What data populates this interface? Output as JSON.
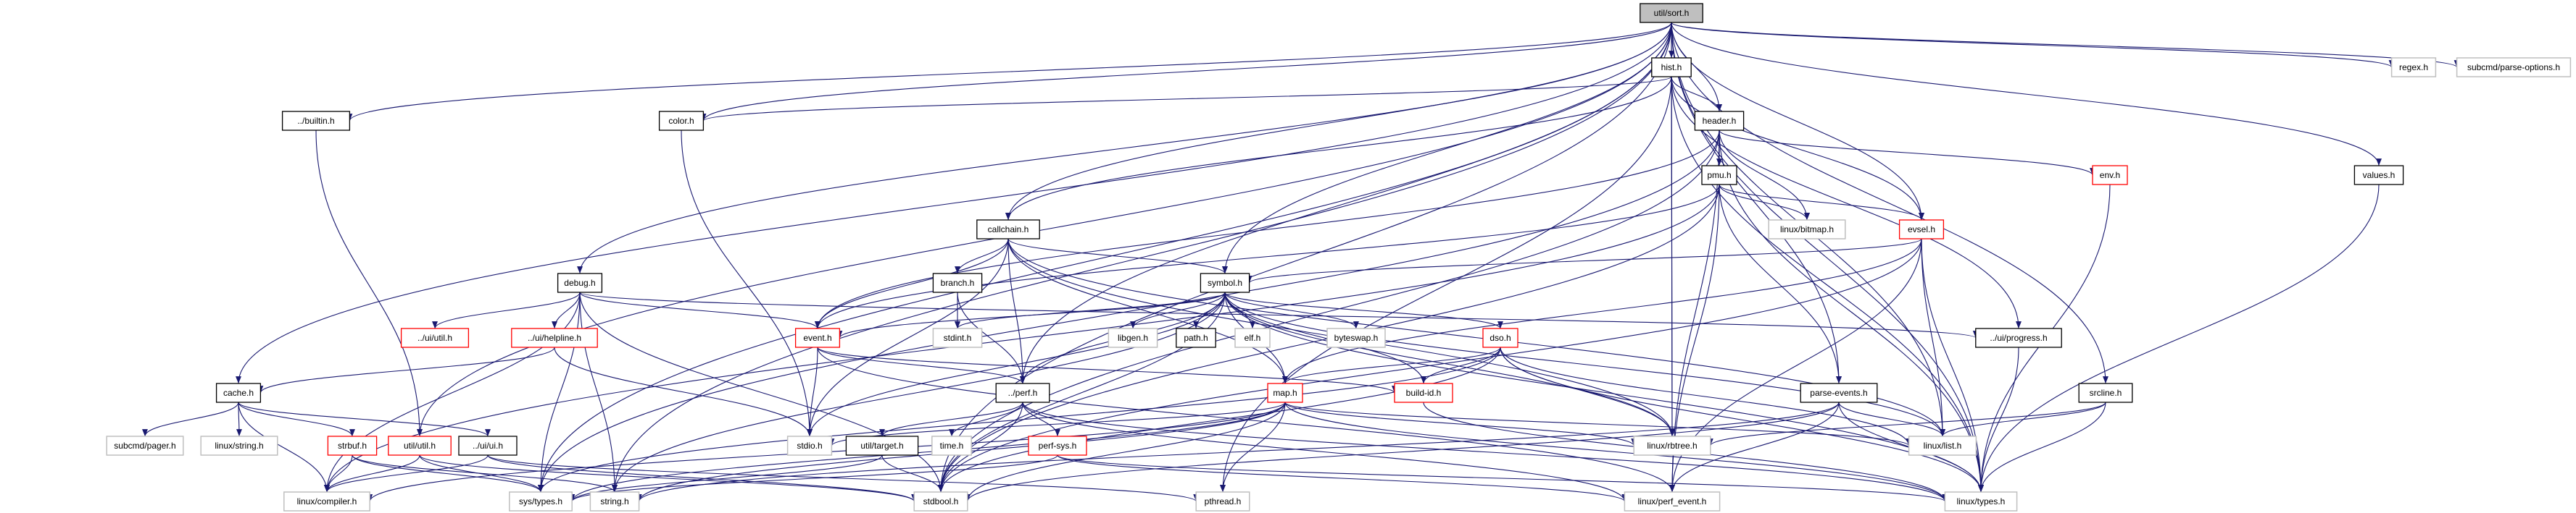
{
  "title": "util/sort.h",
  "colors": {
    "edge": "#191970",
    "documented": "#000000",
    "truncated": "#ff0000",
    "external": "#bfbfbf",
    "root_fill": "#bfbfbf"
  },
  "nodes": [
    {
      "label": "util/sort.h",
      "style": "root"
    },
    {
      "label": "hist.h",
      "style": "documented"
    },
    {
      "label": "regex.h",
      "style": "external"
    },
    {
      "label": "subcmd/parse-options.h",
      "style": "external"
    },
    {
      "label": "../builtin.h",
      "style": "documented"
    },
    {
      "label": "color.h",
      "style": "documented"
    },
    {
      "label": "header.h",
      "style": "documented"
    },
    {
      "label": "pmu.h",
      "style": "documented"
    },
    {
      "label": "env.h",
      "style": "truncated"
    },
    {
      "label": "values.h",
      "style": "documented"
    },
    {
      "label": "callchain.h",
      "style": "documented"
    },
    {
      "label": "linux/bitmap.h",
      "style": "external"
    },
    {
      "label": "evsel.h",
      "style": "truncated"
    },
    {
      "label": "debug.h",
      "style": "documented"
    },
    {
      "label": "branch.h",
      "style": "documented"
    },
    {
      "label": "symbol.h",
      "style": "documented"
    },
    {
      "label": "../ui/util.h",
      "style": "truncated"
    },
    {
      "label": "../ui/helpline.h",
      "style": "truncated"
    },
    {
      "label": "event.h",
      "style": "truncated"
    },
    {
      "label": "stdint.h",
      "style": "external"
    },
    {
      "label": "libgen.h",
      "style": "external"
    },
    {
      "label": "path.h",
      "style": "documented"
    },
    {
      "label": "elf.h",
      "style": "external"
    },
    {
      "label": "byteswap.h",
      "style": "external"
    },
    {
      "label": "dso.h",
      "style": "truncated"
    },
    {
      "label": "../ui/progress.h",
      "style": "documented"
    },
    {
      "label": "cache.h",
      "style": "documented"
    },
    {
      "label": "../perf.h",
      "style": "documented"
    },
    {
      "label": "map.h",
      "style": "truncated"
    },
    {
      "label": "build-id.h",
      "style": "truncated"
    },
    {
      "label": "parse-events.h",
      "style": "documented"
    },
    {
      "label": "srcline.h",
      "style": "documented"
    },
    {
      "label": "subcmd/pager.h",
      "style": "external"
    },
    {
      "label": "linux/string.h",
      "style": "external"
    },
    {
      "label": "strbuf.h",
      "style": "truncated"
    },
    {
      "label": "util/util.h",
      "style": "truncated"
    },
    {
      "label": "../ui/ui.h",
      "style": "documented"
    },
    {
      "label": "stdio.h",
      "style": "external"
    },
    {
      "label": "util/target.h",
      "style": "documented"
    },
    {
      "label": "time.h",
      "style": "external"
    },
    {
      "label": "perf-sys.h",
      "style": "truncated"
    },
    {
      "label": "linux/rbtree.h",
      "style": "external"
    },
    {
      "label": "linux/list.h",
      "style": "external"
    },
    {
      "label": "linux/compiler.h",
      "style": "external"
    },
    {
      "label": "sys/types.h",
      "style": "external"
    },
    {
      "label": "string.h",
      "style": "external"
    },
    {
      "label": "stdbool.h",
      "style": "external"
    },
    {
      "label": "pthread.h",
      "style": "external"
    },
    {
      "label": "linux/perf_event.h",
      "style": "external"
    },
    {
      "label": "linux/types.h",
      "style": "external"
    }
  ],
  "edges": [
    [
      "util/sort.h",
      "hist.h"
    ],
    [
      "util/sort.h",
      "header.h"
    ],
    [
      "util/sort.h",
      "regex.h"
    ],
    [
      "util/sort.h",
      "subcmd/parse-options.h"
    ],
    [
      "util/sort.h",
      "../builtin.h"
    ],
    [
      "util/sort.h",
      "color.h"
    ],
    [
      "util/sort.h",
      "callchain.h"
    ],
    [
      "util/sort.h",
      "values.h"
    ],
    [
      "util/sort.h",
      "debug.h"
    ],
    [
      "util/sort.h",
      "symbol.h"
    ],
    [
      "util/sort.h",
      "cache.h"
    ],
    [
      "util/sort.h",
      "../perf.h"
    ],
    [
      "util/sort.h",
      "parse-events.h"
    ],
    [
      "util/sort.h",
      "srcline.h"
    ],
    [
      "util/sort.h",
      "linux/list.h"
    ],
    [
      "util/sort.h",
      "linux/rbtree.h"
    ],
    [
      "util/sort.h",
      "string.h"
    ],
    [
      "util/sort.h",
      "sys/types.h"
    ],
    [
      "util/sort.h",
      "stdbool.h"
    ],
    [
      "util/sort.h",
      "util/util.h"
    ],
    [
      "util/sort.h",
      "evsel.h"
    ],
    [
      "util/sort.h",
      "linux/types.h"
    ],
    [
      "hist.h",
      "header.h"
    ],
    [
      "hist.h",
      "callchain.h"
    ],
    [
      "hist.h",
      "color.h"
    ],
    [
      "hist.h",
      "evsel.h"
    ],
    [
      "hist.h",
      "../ui/progress.h"
    ],
    [
      "hist.h",
      "pthread.h"
    ],
    [
      "hist.h",
      "linux/types.h"
    ],
    [
      "hist.h",
      "linux/rbtree.h"
    ],
    [
      "header.h",
      "pmu.h"
    ],
    [
      "header.h",
      "env.h"
    ],
    [
      "header.h",
      "linux/bitmap.h"
    ],
    [
      "header.h",
      "event.h"
    ],
    [
      "header.h",
      "linux/perf_event.h"
    ],
    [
      "header.h",
      "sys/types.h"
    ],
    [
      "header.h",
      "stdbool.h"
    ],
    [
      "header.h",
      "linux/types.h"
    ],
    [
      "pmu.h",
      "linux/bitmap.h"
    ],
    [
      "pmu.h",
      "evsel.h"
    ],
    [
      "pmu.h",
      "parse-events.h"
    ],
    [
      "pmu.h",
      "linux/perf_event.h"
    ],
    [
      "pmu.h",
      "stdbool.h"
    ],
    [
      "pmu.h",
      "linux/compiler.h"
    ],
    [
      "pmu.h",
      "event.h"
    ],
    [
      "env.h",
      "linux/types.h"
    ],
    [
      "values.h",
      "linux/types.h"
    ],
    [
      "evsel.h",
      "symbol.h"
    ],
    [
      "evsel.h",
      "linux/list.h"
    ],
    [
      "evsel.h",
      "stdbool.h"
    ],
    [
      "evsel.h",
      "linux/perf_event.h"
    ],
    [
      "evsel.h",
      "linux/types.h"
    ],
    [
      "evsel.h",
      "map.h"
    ],
    [
      "callchain.h",
      "symbol.h"
    ],
    [
      "callchain.h",
      "branch.h"
    ],
    [
      "callchain.h",
      "event.h"
    ],
    [
      "callchain.h",
      "map.h"
    ],
    [
      "callchain.h",
      "../perf.h"
    ],
    [
      "callchain.h",
      "linux/list.h"
    ],
    [
      "callchain.h",
      "linux/rbtree.h"
    ],
    [
      "callchain.h",
      "stdio.h"
    ],
    [
      "debug.h",
      "../ui/util.h"
    ],
    [
      "debug.h",
      "../ui/helpline.h"
    ],
    [
      "debug.h",
      "event.h"
    ],
    [
      "debug.h",
      "../ui/progress.h"
    ],
    [
      "debug.h",
      "stdbool.h"
    ],
    [
      "debug.h",
      "string.h"
    ],
    [
      "debug.h",
      "sys/types.h"
    ],
    [
      "debug.h",
      "linux/compiler.h"
    ],
    [
      "branch.h",
      "stdint.h"
    ],
    [
      "branch.h",
      "../perf.h"
    ],
    [
      "symbol.h",
      "event.h"
    ],
    [
      "symbol.h",
      "stdint.h"
    ],
    [
      "symbol.h",
      "libgen.h"
    ],
    [
      "symbol.h",
      "path.h"
    ],
    [
      "symbol.h",
      "elf.h"
    ],
    [
      "symbol.h",
      "byteswap.h"
    ],
    [
      "symbol.h",
      "dso.h"
    ],
    [
      "symbol.h",
      "map.h"
    ],
    [
      "symbol.h",
      "build-id.h"
    ],
    [
      "symbol.h",
      "../perf.h"
    ],
    [
      "symbol.h",
      "stdio.h"
    ],
    [
      "symbol.h",
      "linux/rbtree.h"
    ],
    [
      "symbol.h",
      "linux/list.h"
    ],
    [
      "symbol.h",
      "stdbool.h"
    ],
    [
      "symbol.h",
      "linux/types.h"
    ],
    [
      "symbol.h",
      "string.h"
    ],
    [
      "../ui/helpline.h",
      "cache.h"
    ],
    [
      "../ui/helpline.h",
      "stdio.h"
    ],
    [
      "event.h",
      "stdio.h"
    ],
    [
      "event.h",
      "../perf.h"
    ],
    [
      "event.h",
      "build-id.h"
    ],
    [
      "event.h",
      "linux/perf_event.h"
    ],
    [
      "dso.h",
      "map.h"
    ],
    [
      "dso.h",
      "build-id.h"
    ],
    [
      "dso.h",
      "linux/rbtree.h"
    ],
    [
      "dso.h",
      "linux/types.h"
    ],
    [
      "dso.h",
      "sys/types.h"
    ],
    [
      "dso.h",
      "stdbool.h"
    ],
    [
      "dso.h",
      "linux/list.h"
    ],
    [
      "../ui/progress.h",
      "linux/types.h"
    ],
    [
      "cache.h",
      "subcmd/pager.h"
    ],
    [
      "cache.h",
      "linux/string.h"
    ],
    [
      "cache.h",
      "strbuf.h"
    ],
    [
      "cache.h",
      "../ui/ui.h"
    ],
    [
      "cache.h",
      "linux/compiler.h"
    ],
    [
      "../perf.h",
      "util/target.h"
    ],
    [
      "../perf.h",
      "time.h"
    ],
    [
      "../perf.h",
      "perf-sys.h"
    ],
    [
      "../perf.h",
      "stdbool.h"
    ],
    [
      "../perf.h",
      "linux/types.h"
    ],
    [
      "../perf.h",
      "linux/perf_event.h"
    ],
    [
      "map.h",
      "linux/compiler.h"
    ],
    [
      "map.h",
      "linux/list.h"
    ],
    [
      "map.h",
      "linux/rbtree.h"
    ],
    [
      "map.h",
      "pthread.h"
    ],
    [
      "map.h",
      "stdio.h"
    ],
    [
      "map.h",
      "stdbool.h"
    ],
    [
      "map.h",
      "linux/types.h"
    ],
    [
      "map.h",
      "string.h"
    ],
    [
      "map.h",
      "sys/types.h"
    ],
    [
      "build-id.h",
      "linux/types.h"
    ],
    [
      "parse-events.h",
      "linux/list.h"
    ],
    [
      "parse-events.h",
      "stdbool.h"
    ],
    [
      "parse-events.h",
      "linux/types.h"
    ],
    [
      "parse-events.h",
      "linux/perf_event.h"
    ],
    [
      "parse-events.h",
      "string.h"
    ],
    [
      "srcline.h",
      "linux/list.h"
    ],
    [
      "srcline.h",
      "linux/types.h"
    ],
    [
      "srcline.h",
      "linux/rbtree.h"
    ],
    [
      "strbuf.h",
      "linux/compiler.h"
    ],
    [
      "strbuf.h",
      "sys/types.h"
    ],
    [
      "strbuf.h",
      "string.h"
    ],
    [
      "util/util.h",
      "linux/compiler.h"
    ],
    [
      "util/util.h",
      "sys/types.h"
    ],
    [
      "util/util.h",
      "stdbool.h"
    ],
    [
      "../ui/ui.h",
      "pthread.h"
    ],
    [
      "../ui/ui.h",
      "stdbool.h"
    ],
    [
      "../ui/ui.h",
      "linux/compiler.h"
    ],
    [
      "util/target.h",
      "stdbool.h"
    ],
    [
      "util/target.h",
      "sys/types.h"
    ],
    [
      "perf-sys.h",
      "linux/types.h"
    ],
    [
      "perf-sys.h",
      "linux/perf_event.h"
    ],
    [
      "perf-sys.h",
      "sys/types.h"
    ],
    [
      "../builtin.h",
      "util/util.h"
    ],
    [
      "color.h",
      "stdio.h"
    ]
  ]
}
